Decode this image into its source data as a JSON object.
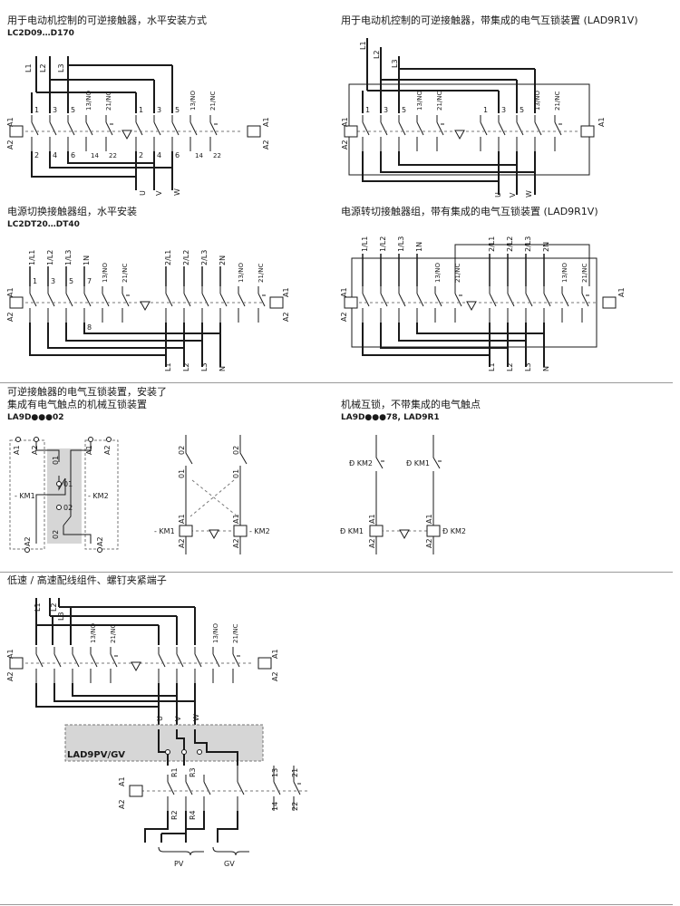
{
  "sections": {
    "s1": {
      "title": "用于电动机控制的可逆接触器，水平安装方式",
      "ref": "LC2D09…D170"
    },
    "s2": {
      "title": "用于电动机控制的可逆接触器，带集成的电气互锁装置 (LAD9R1V)"
    },
    "s3": {
      "title": "电源切换接触器组，水平安装",
      "ref": "LC2DT20…DT40"
    },
    "s4": {
      "title": "电源转切接触器组，带有集成的电气互锁装置 (LAD9R1V)"
    },
    "s5": {
      "title_line1": "可逆接触器的电气互锁装置，安装了",
      "title_line2": "集成有电气触点的机械互锁装置",
      "ref": "LA9D●●●02"
    },
    "s6": {
      "title": "机械互锁，不带集成的电气触点",
      "ref": "LA9D●●●78, LAD9R1"
    },
    "s7": {
      "title": "低速 / 高速配线组件、螺钉夹紧端子"
    }
  },
  "labels": {
    "L1": "L1",
    "L2": "L2",
    "L3": "L3",
    "one_L1": "1/L1",
    "one_L2": "1/L2",
    "one_L3": "1/L3",
    "one_N": "1N",
    "two_L1": "2/L1",
    "two_L2": "2/L2",
    "two_L3": "2/L3",
    "two_N": "2N",
    "N": "N",
    "U": "U",
    "V": "V",
    "W": "W",
    "A1": "A1",
    "A2": "A2",
    "t1": "1",
    "t2": "2",
    "t3": "3",
    "t4": "4",
    "t5": "5",
    "t6": "6",
    "t7": "7",
    "t8": "8",
    "t13": "13",
    "t14": "14",
    "t21": "21",
    "t22": "22",
    "no13": "13/NO",
    "nc21": "21/NC",
    "KM1": "- KM1",
    "KM2": "- KM2",
    "c01": "01",
    "c02": "02",
    "dKM1": "Ð KM1",
    "dKM2": "Ð KM2",
    "lad9pv": "LAD9PV/GV",
    "R1": "R1",
    "R2": "R2",
    "R3": "R3",
    "R4": "R4",
    "PV": "PV",
    "GV": "GV"
  },
  "colors": {
    "line": "#1a1a1a",
    "dash": "#777777",
    "shade": "#d6d6d6",
    "separator": "#9a9a9a"
  }
}
